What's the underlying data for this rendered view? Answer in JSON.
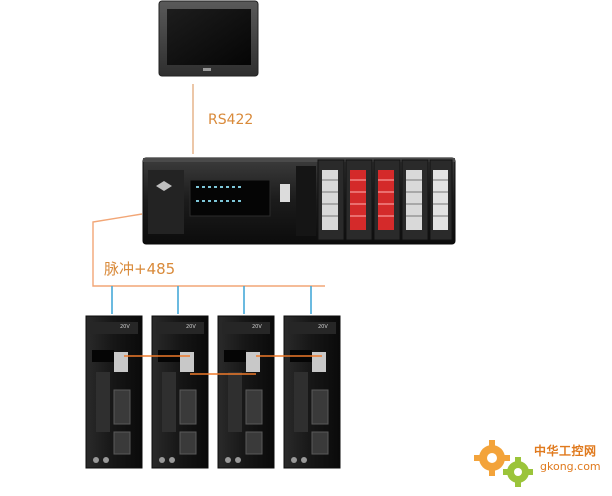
{
  "labels": {
    "rs422": "RS422",
    "pulse_485": "脉冲+485"
  },
  "watermark": {
    "cn": "中华工控网",
    "url": "gkong.com"
  },
  "servo_badge": "20V",
  "colors": {
    "label_text": "#d98a3a",
    "rs422_line": "#e6b48a",
    "pulse_line": "#f2a676",
    "blue_drop": "#46a9d8",
    "orange_link": "#ef7a2a",
    "device_dark": "#1a1a1a",
    "panel_red": "#d42a2a",
    "watermark_orange": "#e07a1e",
    "watermark_green": "#9bc43a"
  },
  "icons": [
    "gear-icon",
    "gear-icon"
  ]
}
